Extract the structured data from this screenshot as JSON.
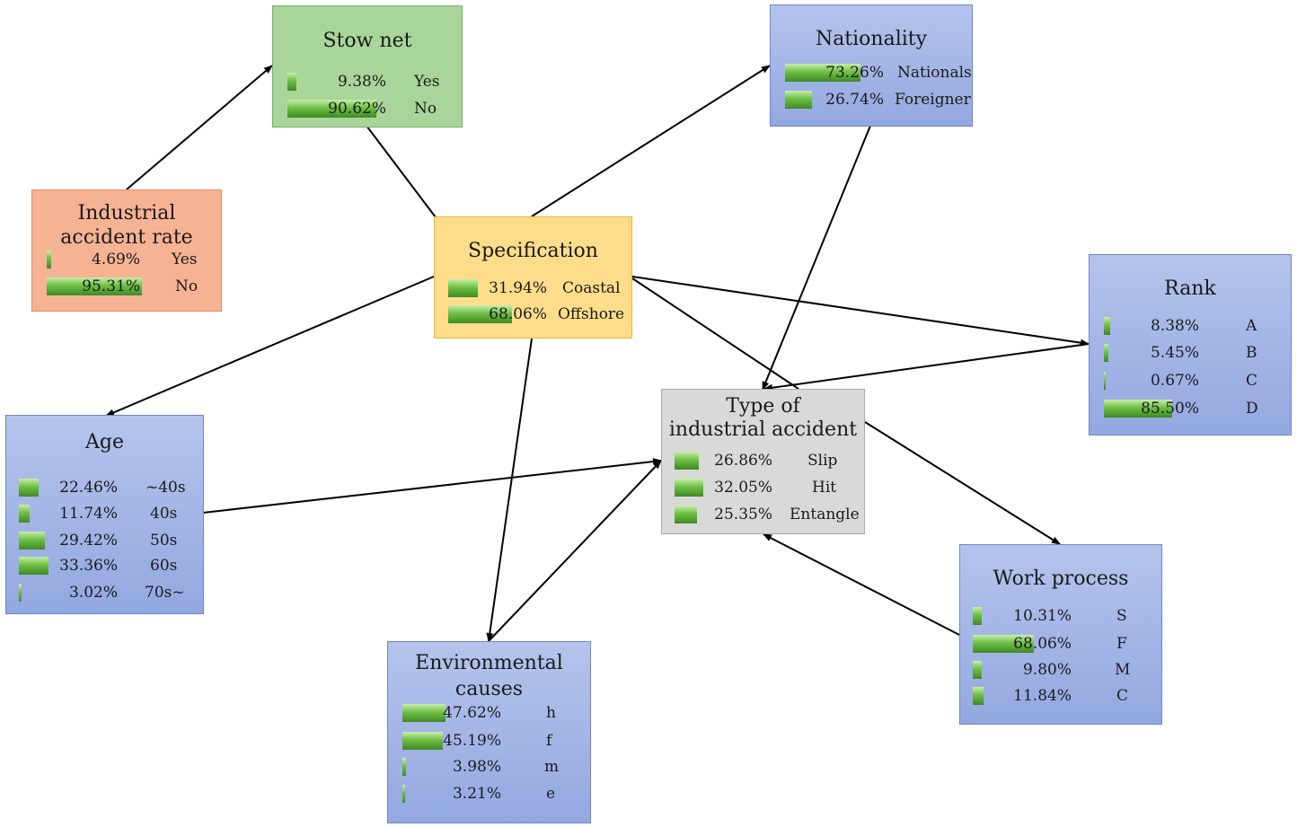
{
  "nodes": {
    "stownet": {
      "title_lines": [
        "Stow net"
      ],
      "states": [
        {
          "pct": "9.38%",
          "value": 9.38,
          "label": "Yes"
        },
        {
          "pct": "90.62%",
          "value": 90.62,
          "label": "No"
        }
      ]
    },
    "industrial": {
      "title_lines": [
        "Industrial",
        "accident rate"
      ],
      "states": [
        {
          "pct": "4.69%",
          "value": 4.69,
          "label": "Yes"
        },
        {
          "pct": "95.31%",
          "value": 95.31,
          "label": "No"
        }
      ]
    },
    "nationality": {
      "title_lines": [
        "Nationality"
      ],
      "states": [
        {
          "pct": "73.26%",
          "value": 73.26,
          "label": "Nationals"
        },
        {
          "pct": "26.74%",
          "value": 26.74,
          "label": "Foreigner"
        }
      ]
    },
    "specification": {
      "title_lines": [
        "Specification"
      ],
      "states": [
        {
          "pct": "31.94%",
          "value": 31.94,
          "label": "Coastal"
        },
        {
          "pct": "68.06%",
          "value": 68.06,
          "label": "Offshore"
        }
      ]
    },
    "rank": {
      "title_lines": [
        "Rank"
      ],
      "states": [
        {
          "pct": "8.38%",
          "value": 8.38,
          "label": "A"
        },
        {
          "pct": "5.45%",
          "value": 5.45,
          "label": "B"
        },
        {
          "pct": "0.67%",
          "value": 0.67,
          "label": "C"
        },
        {
          "pct": "85.50%",
          "value": 85.5,
          "label": "D"
        }
      ]
    },
    "type": {
      "title_lines": [
        "Type of",
        "industrial accident"
      ],
      "states": [
        {
          "pct": "26.86%",
          "value": 26.86,
          "label": "Slip"
        },
        {
          "pct": "32.05%",
          "value": 32.05,
          "label": "Hit"
        },
        {
          "pct": "25.35%",
          "value": 25.35,
          "label": "Entangle"
        }
      ]
    },
    "age": {
      "title_lines": [
        "Age"
      ],
      "states": [
        {
          "pct": "22.46%",
          "value": 22.46,
          "label": "~40s"
        },
        {
          "pct": "11.74%",
          "value": 11.74,
          "label": "40s"
        },
        {
          "pct": "29.42%",
          "value": 29.42,
          "label": "50s"
        },
        {
          "pct": "33.36%",
          "value": 33.36,
          "label": "60s"
        },
        {
          "pct": "3.02%",
          "value": 3.02,
          "label": "70s~"
        }
      ]
    },
    "environmental": {
      "title_lines": [
        "Environmental",
        "causes"
      ],
      "states": [
        {
          "pct": "47.62%",
          "value": 47.62,
          "label": "h"
        },
        {
          "pct": "45.19%",
          "value": 45.19,
          "label": "f"
        },
        {
          "pct": "3.98%",
          "value": 3.98,
          "label": "m"
        },
        {
          "pct": "3.21%",
          "value": 3.21,
          "label": "e"
        }
      ]
    },
    "work": {
      "title_lines": [
        "Work process"
      ],
      "states": [
        {
          "pct": "10.31%",
          "value": 10.31,
          "label": "S"
        },
        {
          "pct": "68.06%",
          "value": 68.06,
          "label": "F"
        },
        {
          "pct": "9.80%",
          "value": 9.8,
          "label": "M"
        },
        {
          "pct": "11.84%",
          "value": 11.84,
          "label": "C"
        }
      ]
    }
  }
}
